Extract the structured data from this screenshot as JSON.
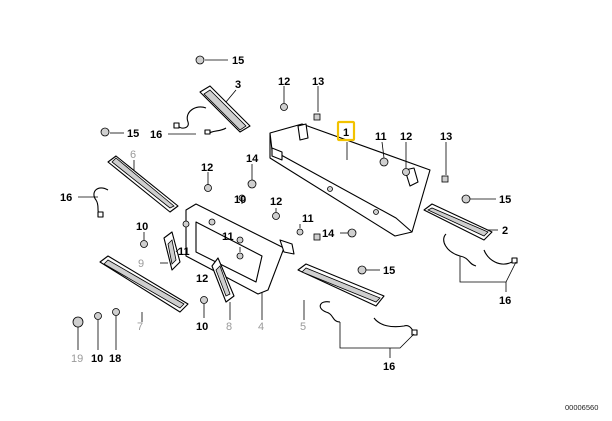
{
  "diagram": {
    "title": "Front licence plate base / reflector parts diagram",
    "reference_number": "00006560",
    "highlighted_part": "1",
    "callouts": [
      {
        "id": "c15a",
        "text": "15"
      },
      {
        "id": "c3",
        "text": "3"
      },
      {
        "id": "c12a",
        "text": "12"
      },
      {
        "id": "c13a",
        "text": "13"
      },
      {
        "id": "c16a",
        "text": "16"
      },
      {
        "id": "c15b",
        "text": "15"
      },
      {
        "id": "c1",
        "text": "1"
      },
      {
        "id": "c11a",
        "text": "11"
      },
      {
        "id": "c12b",
        "text": "12"
      },
      {
        "id": "c13b",
        "text": "13"
      },
      {
        "id": "c6",
        "text": "6"
      },
      {
        "id": "c12c",
        "text": "12"
      },
      {
        "id": "c14a",
        "text": "14"
      },
      {
        "id": "c16b",
        "text": "16"
      },
      {
        "id": "c15c",
        "text": "15"
      },
      {
        "id": "c10a",
        "text": "10"
      },
      {
        "id": "c12d",
        "text": "12"
      },
      {
        "id": "c2",
        "text": "2"
      },
      {
        "id": "c10b",
        "text": "10"
      },
      {
        "id": "c11b",
        "text": "11"
      },
      {
        "id": "c14b",
        "text": "14"
      },
      {
        "id": "c9",
        "text": "9"
      },
      {
        "id": "c11c",
        "text": "11"
      },
      {
        "id": "c11d",
        "text": "11"
      },
      {
        "id": "c15d",
        "text": "15"
      },
      {
        "id": "c16c",
        "text": "16"
      },
      {
        "id": "c12e",
        "text": "12"
      },
      {
        "id": "c7",
        "text": "7"
      },
      {
        "id": "c10c",
        "text": "10"
      },
      {
        "id": "c8",
        "text": "8"
      },
      {
        "id": "c4",
        "text": "4"
      },
      {
        "id": "c5",
        "text": "5"
      },
      {
        "id": "c19",
        "text": "19"
      },
      {
        "id": "c10d",
        "text": "10"
      },
      {
        "id": "c18",
        "text": "18"
      },
      {
        "id": "c16d",
        "text": "16"
      }
    ]
  }
}
